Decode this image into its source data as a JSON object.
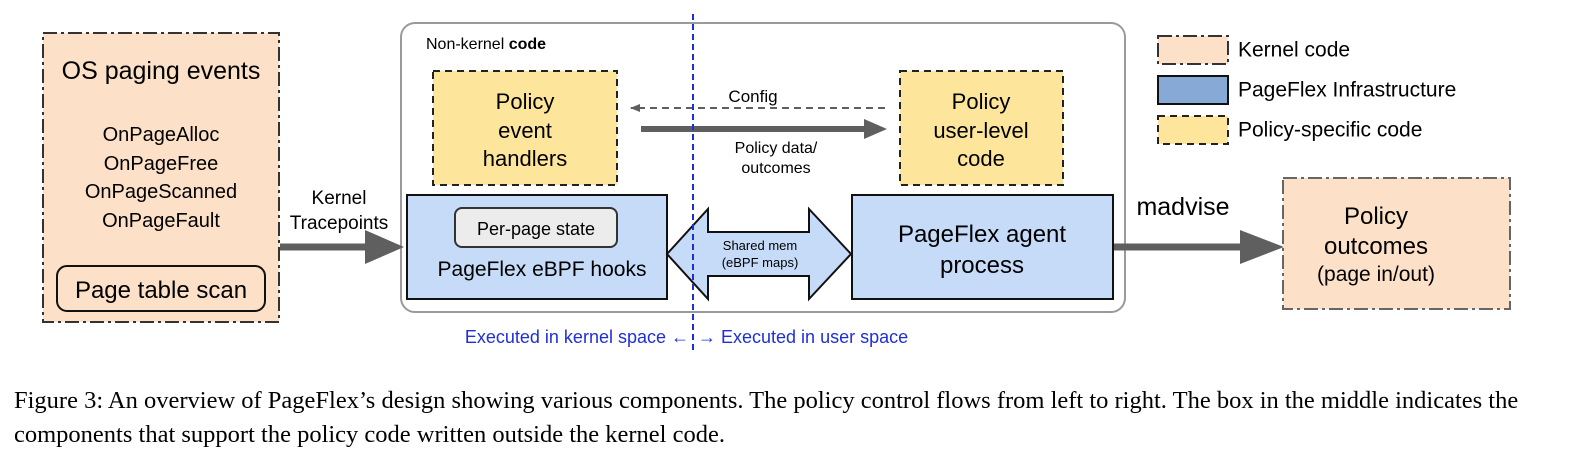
{
  "os_box": {
    "title": "OS paging events",
    "events": [
      "OnPageAlloc",
      "OnPageFree",
      "OnPageScanned",
      "OnPageFault"
    ],
    "page_table_scan": "Page table scan"
  },
  "tracepoints": {
    "line1": "Kernel",
    "line2": "Tracepoints"
  },
  "nonkernel": {
    "label_normal": "Non-kernel ",
    "label_bold": "code"
  },
  "handlers": {
    "lines": [
      "Policy",
      "event",
      "handlers"
    ]
  },
  "userlevel": {
    "lines": [
      "Policy",
      "user-level",
      "code"
    ]
  },
  "config": {
    "label": "Config"
  },
  "policy_data": {
    "line1": "Policy data/",
    "line2": "outcomes"
  },
  "hooks": {
    "state_label": "Per-page state",
    "label": "PageFlex eBPF hooks"
  },
  "shared_mem": {
    "line1": "Shared mem",
    "line2": "(eBPF maps)"
  },
  "agent": {
    "line1": "PageFlex agent",
    "line2": "process"
  },
  "madvise": {
    "label": "madvise"
  },
  "outcomes": {
    "line1": "Policy",
    "line2": "outcomes",
    "line3": "(page in/out)"
  },
  "legend": {
    "kernel": "Kernel code",
    "infra": "PageFlex Infrastructure",
    "policy": "Policy-specific code"
  },
  "space": {
    "kernel": "Executed in kernel space ←",
    "user": "→ Executed in user space"
  },
  "caption": "Figure 3: An overview of PageFlex’s design showing various components. The policy control flows from left to right. The box in the middle indicates the components that support the policy code written outside the kernel code.",
  "colors": {
    "kernel_fill": "#fce0c7",
    "infra_fill": "#c5dbf7",
    "infra_legend_fill": "#87a9d6",
    "policy_fill": "#fde69c",
    "space_blue": "#1f2fd6",
    "arrow_gray": "#5f5f5f"
  }
}
